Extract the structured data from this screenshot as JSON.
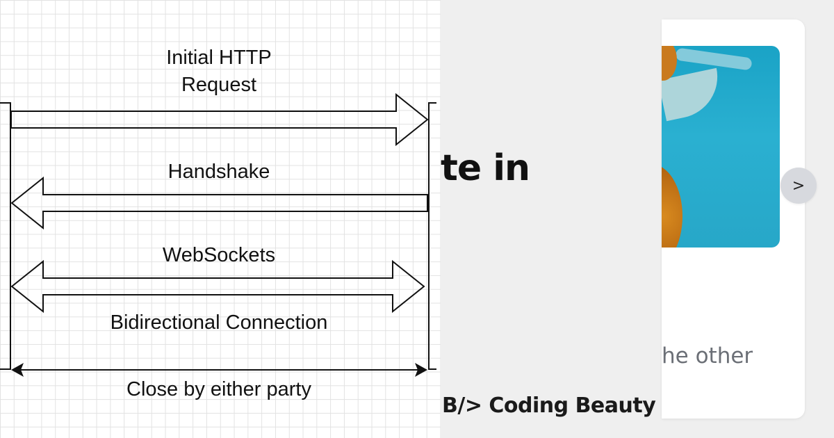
{
  "diagram": {
    "labels": {
      "initial_request_line1": "Initial HTTP",
      "initial_request_line2": "Request",
      "handshake": "Handshake",
      "websockets": "WebSockets",
      "bidirectional": "Bidirectional Connection",
      "close": "Close by either party"
    }
  },
  "headline": {
    "fragment": "te in"
  },
  "brand": {
    "name": "B/> Coding Beauty"
  },
  "card": {
    "text_fragment": "he other",
    "next_button_label": ">",
    "image_description_icon": "image-thumbnail"
  },
  "colors": {
    "diagram_stroke": "#111111",
    "grid_line": "#e2e2e2",
    "panel_background": "#efefef",
    "card_background": "#ffffff",
    "image_water": "#27a7c8",
    "image_orange": "#c97a1e",
    "button_background": "#d7d9de",
    "muted_text": "#6b6f76"
  }
}
